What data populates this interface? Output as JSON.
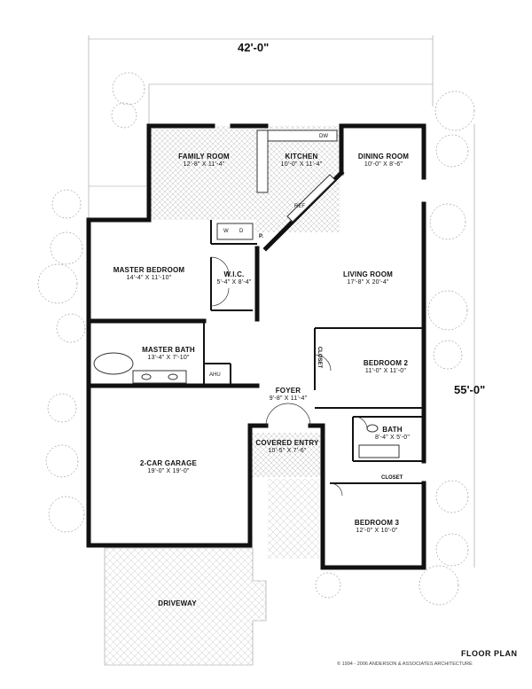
{
  "dimensions": {
    "width": "42'-0\"",
    "depth": "55'-0\""
  },
  "rooms": {
    "family_room": {
      "name": "FAMILY ROOM",
      "size": "12'-8\" X 11'-4\""
    },
    "kitchen": {
      "name": "KITCHEN",
      "size": "10'-0\" X 11'-4\""
    },
    "dining_room": {
      "name": "DINING ROOM",
      "size": "10'-0\" X 8'-6\""
    },
    "master_bedroom": {
      "name": "MASTER BEDROOM",
      "size": "14'-4\" X 11'-10\""
    },
    "wic": {
      "name": "W.I.C.",
      "size": "5'-4\" X 8'-4\""
    },
    "living_room": {
      "name": "LIVING ROOM",
      "size": "17'-8\" X 20'-4\""
    },
    "master_bath": {
      "name": "MASTER BATH",
      "size": "13'-4\" X 7'-10\""
    },
    "bedroom2": {
      "name": "BEDROOM 2",
      "size": "11'-0\" X 11'-0\""
    },
    "foyer": {
      "name": "FOYER",
      "size": "9'-8\" X 11'-4\""
    },
    "bath": {
      "name": "BATH",
      "size": "8'-4\" X 5'-0\""
    },
    "garage": {
      "name": "2-CAR GARAGE",
      "size": "19'-0\" X 19'-0\""
    },
    "covered_entry": {
      "name": "COVERED ENTRY",
      "size": "10'-5\" X 7'-6\""
    },
    "bedroom3": {
      "name": "BEDROOM 3",
      "size": "12'-0\" X 10'-0\""
    },
    "driveway": {
      "name": "DRIVEWAY"
    }
  },
  "fixtures": {
    "closet_vertical": "CLOSET",
    "closet": "CLOSET",
    "pantry": "P.",
    "dw": "DW",
    "ref": "REF",
    "ahu": "AHU",
    "washer": "W",
    "dryer": "D"
  },
  "title": "FLOOR PLAN",
  "copyright": "© 1994 - 2006 ANDERSON & ASSOCIATES ARCHITECTURE"
}
